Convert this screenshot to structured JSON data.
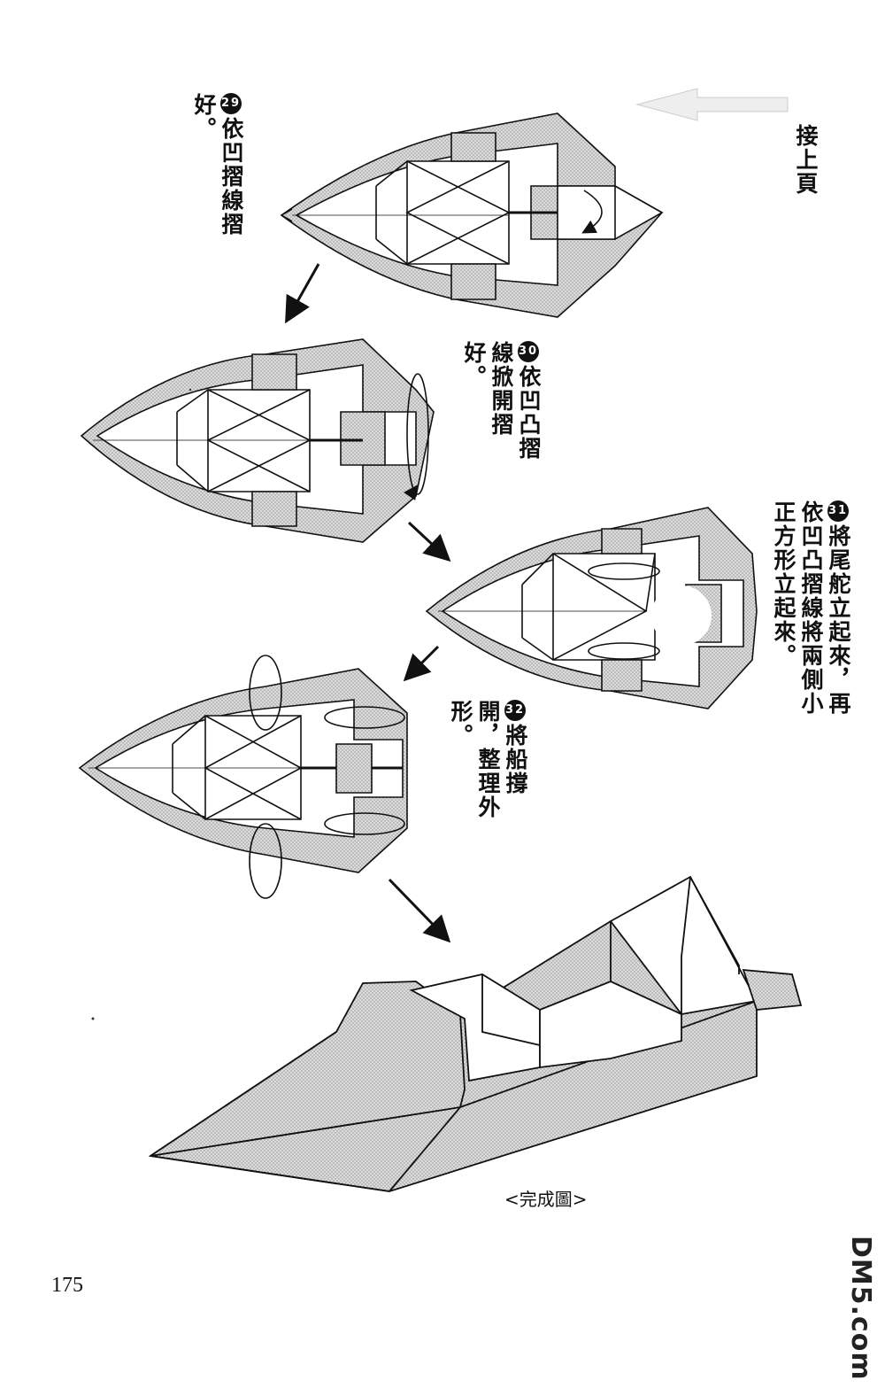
{
  "continue_label": "接上頁",
  "steps": [
    {
      "num": "29",
      "text": "依凹摺線摺好。"
    },
    {
      "num": "30",
      "text": "依凹凸摺線掀開摺好。"
    },
    {
      "num": "31",
      "text": "將尾舵立起來，再依凹凸摺線將兩側小正方形立起來。"
    },
    {
      "num": "32",
      "text": "將船撐開，整理外形。"
    }
  ],
  "caption": "<完成圖>",
  "page_number": "175",
  "watermark": "DM5.com"
}
